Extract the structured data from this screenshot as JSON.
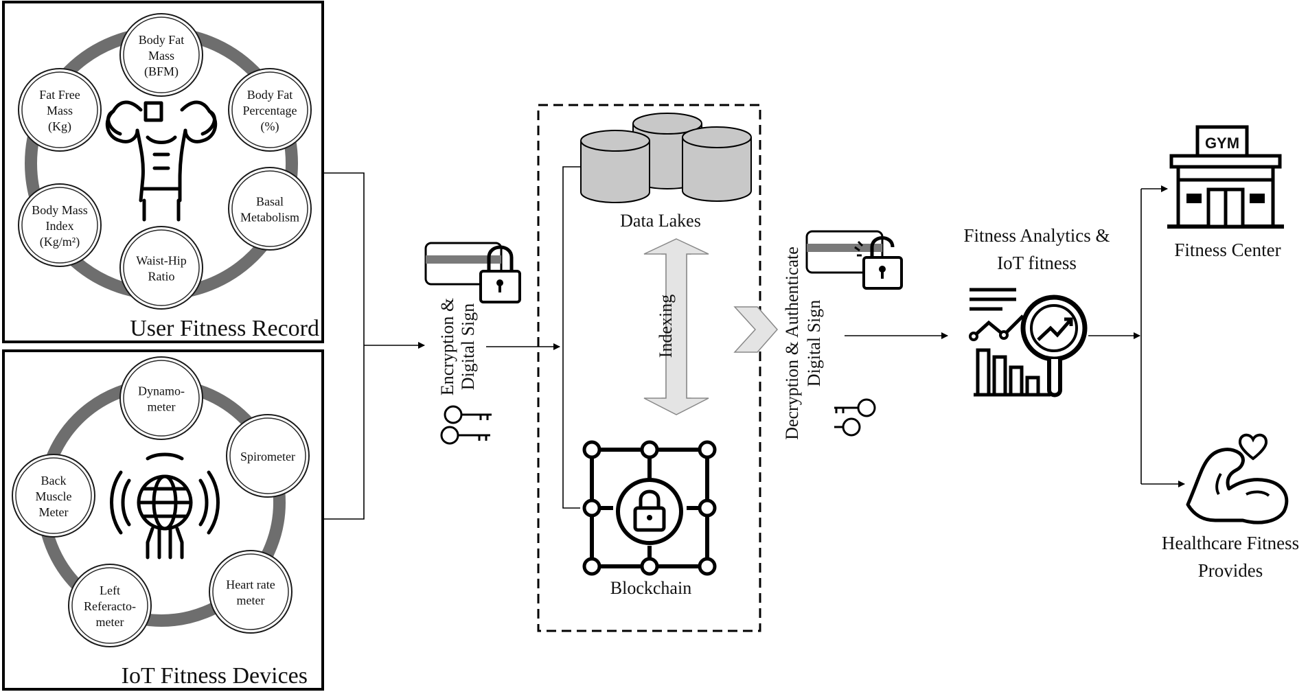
{
  "user_fitness_record": {
    "title": "User Fitness Record",
    "items": [
      {
        "lines": [
          "Body Fat",
          "Mass",
          "(BFM)"
        ]
      },
      {
        "lines": [
          "Body Fat",
          "Percentage",
          "(%)"
        ]
      },
      {
        "lines": [
          "Basal",
          "Metabolism"
        ]
      },
      {
        "lines": [
          "Waist-Hip",
          "Ratio"
        ]
      },
      {
        "lines": [
          "Body Mass",
          "Index",
          "(Kg/m²)"
        ]
      },
      {
        "lines": [
          "Fat Free",
          "Mass",
          "(Kg)"
        ]
      }
    ]
  },
  "iot_fitness_devices": {
    "title": "IoT Fitness Devices",
    "items": [
      {
        "lines": [
          "Dynamo-",
          "meter"
        ]
      },
      {
        "lines": [
          "Spirometer"
        ]
      },
      {
        "lines": [
          "Heart rate",
          "meter"
        ]
      },
      {
        "lines": [
          "Left",
          "Referacto-",
          "meter"
        ]
      },
      {
        "lines": [
          "Back",
          "Muscle",
          "Meter"
        ]
      }
    ]
  },
  "encryption": {
    "line1": "Encryption &",
    "line2": "Digital Sign"
  },
  "storage": {
    "data_lakes": "Data Lakes",
    "indexing": "Indexing",
    "blockchain": "Blockchain"
  },
  "decryption": {
    "line1": "Decryption & Authenticate",
    "line2": "Digital Sign"
  },
  "analytics": {
    "line1": "Fitness Analytics &",
    "line2": "IoT fitness"
  },
  "outputs": {
    "gym_sign": "GYM",
    "fitness_center": "Fitness Center",
    "healthcare_line1": "Healthcare Fitness",
    "healthcare_line2": "Provides"
  },
  "colors": {
    "ring": "#6e6e6e",
    "cylinder": "#c8c8c8",
    "arrow_fill": "#e4e4e4",
    "card_stripe": "#7a7a7a"
  }
}
